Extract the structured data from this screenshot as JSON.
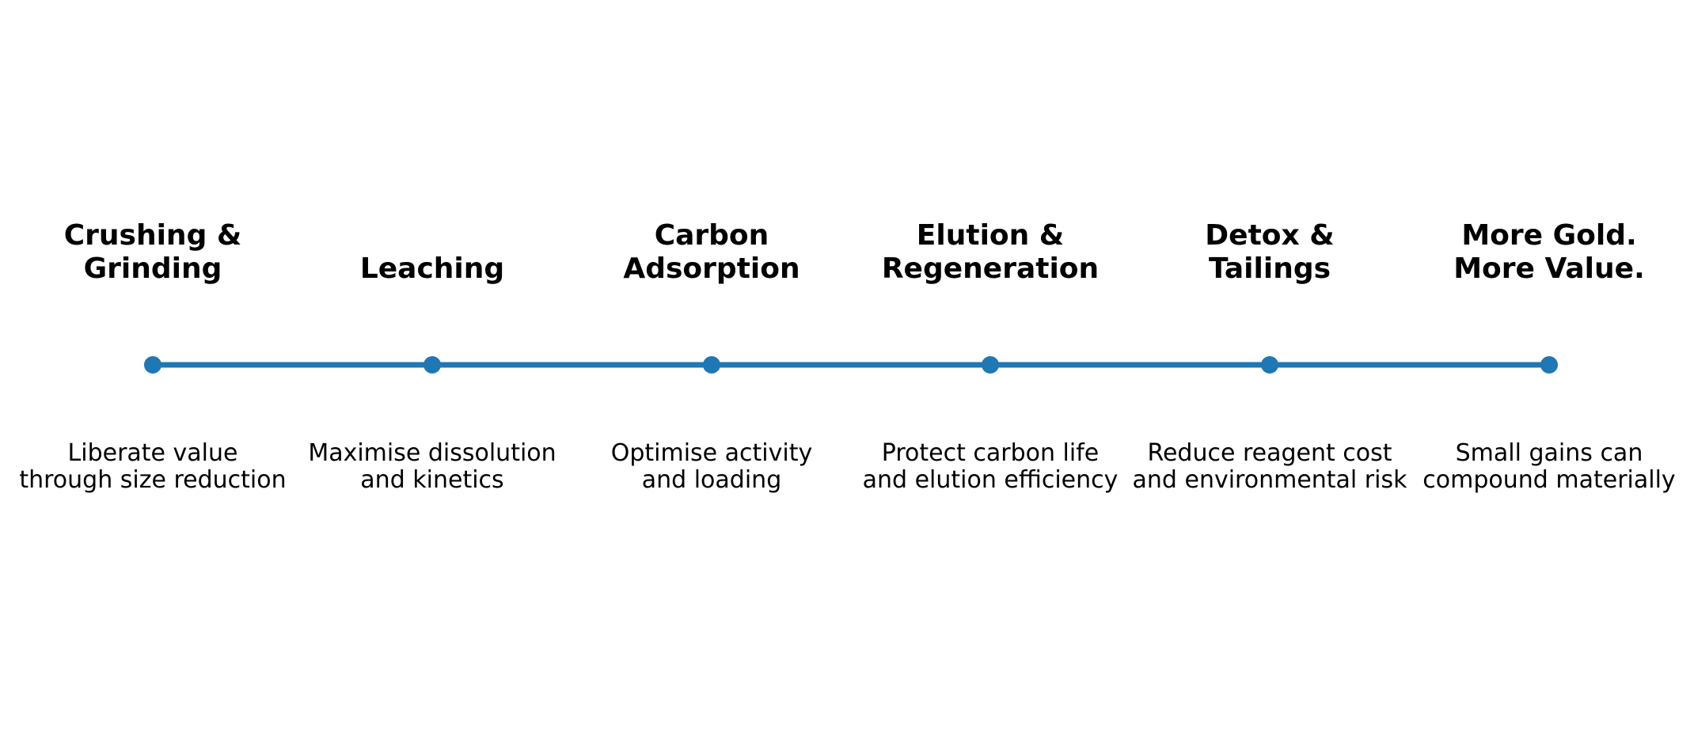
{
  "colors": {
    "line": "#1f77b4",
    "marker": "#1f77b4",
    "text": "#000000"
  },
  "stages": [
    {
      "title": "Crushing &\nGrinding",
      "description": "Liberate value\nthrough size reduction"
    },
    {
      "title": "Leaching",
      "description": "Maximise dissolution\nand kinetics"
    },
    {
      "title": "Carbon\nAdsorption",
      "description": "Optimise activity\nand loading"
    },
    {
      "title": "Elution &\nRegeneration",
      "description": "Protect carbon life\nand elution efficiency"
    },
    {
      "title": "Detox &\nTailings",
      "description": "Reduce reagent cost\nand environmental risk"
    },
    {
      "title": "More Gold.\nMore Value.",
      "description": "Small gains can\ncompound materially"
    }
  ]
}
